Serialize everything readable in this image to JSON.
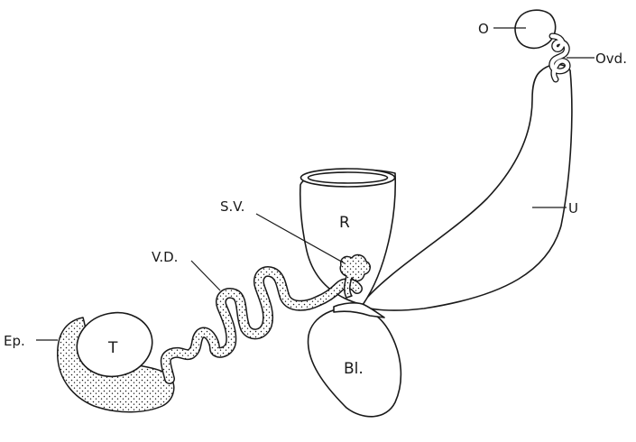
{
  "labels": {
    "ovary": "O",
    "oviduct": "Ovd.",
    "uterus": "U",
    "seminal_vesicle": "S.V.",
    "rectum": "R",
    "vas_deferens": "V.D.",
    "epididymis": "Ep.",
    "testis": "T",
    "bladder": "Bl."
  },
  "colors": {
    "ink": "#1a1a1a",
    "paper": "#ffffff"
  }
}
